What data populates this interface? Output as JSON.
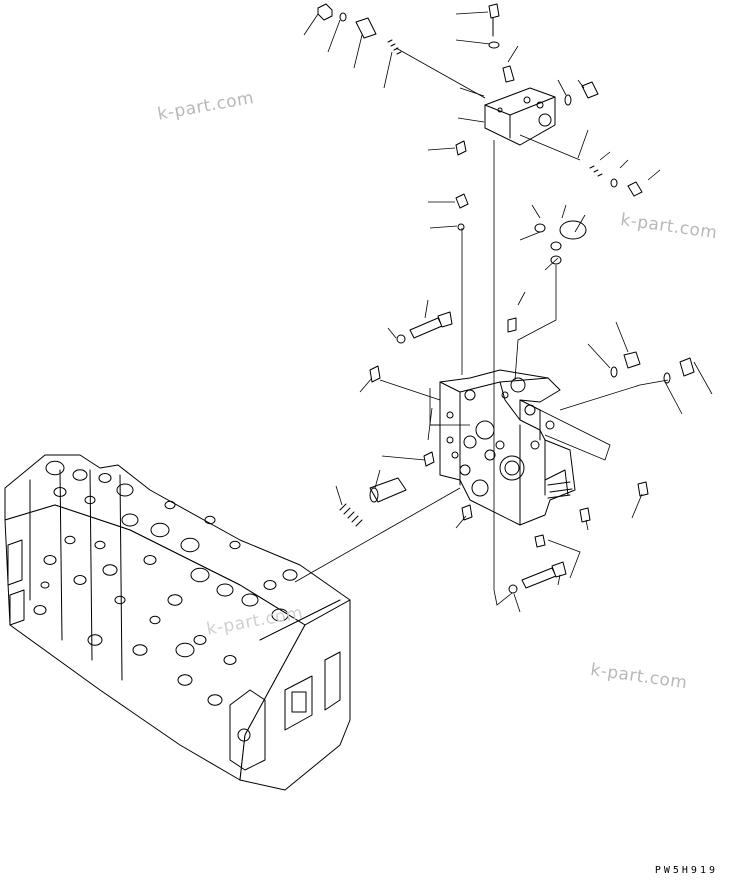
{
  "watermarks": [
    "k-part.com",
    "k-part.com",
    "k-part.com",
    "k-part.com"
  ],
  "drawing_code": "PW5H919",
  "icons": {
    "main_body": "control-valve-body-icon",
    "section": "valve-section-icon",
    "top_block": "auxiliary-block-icon"
  }
}
